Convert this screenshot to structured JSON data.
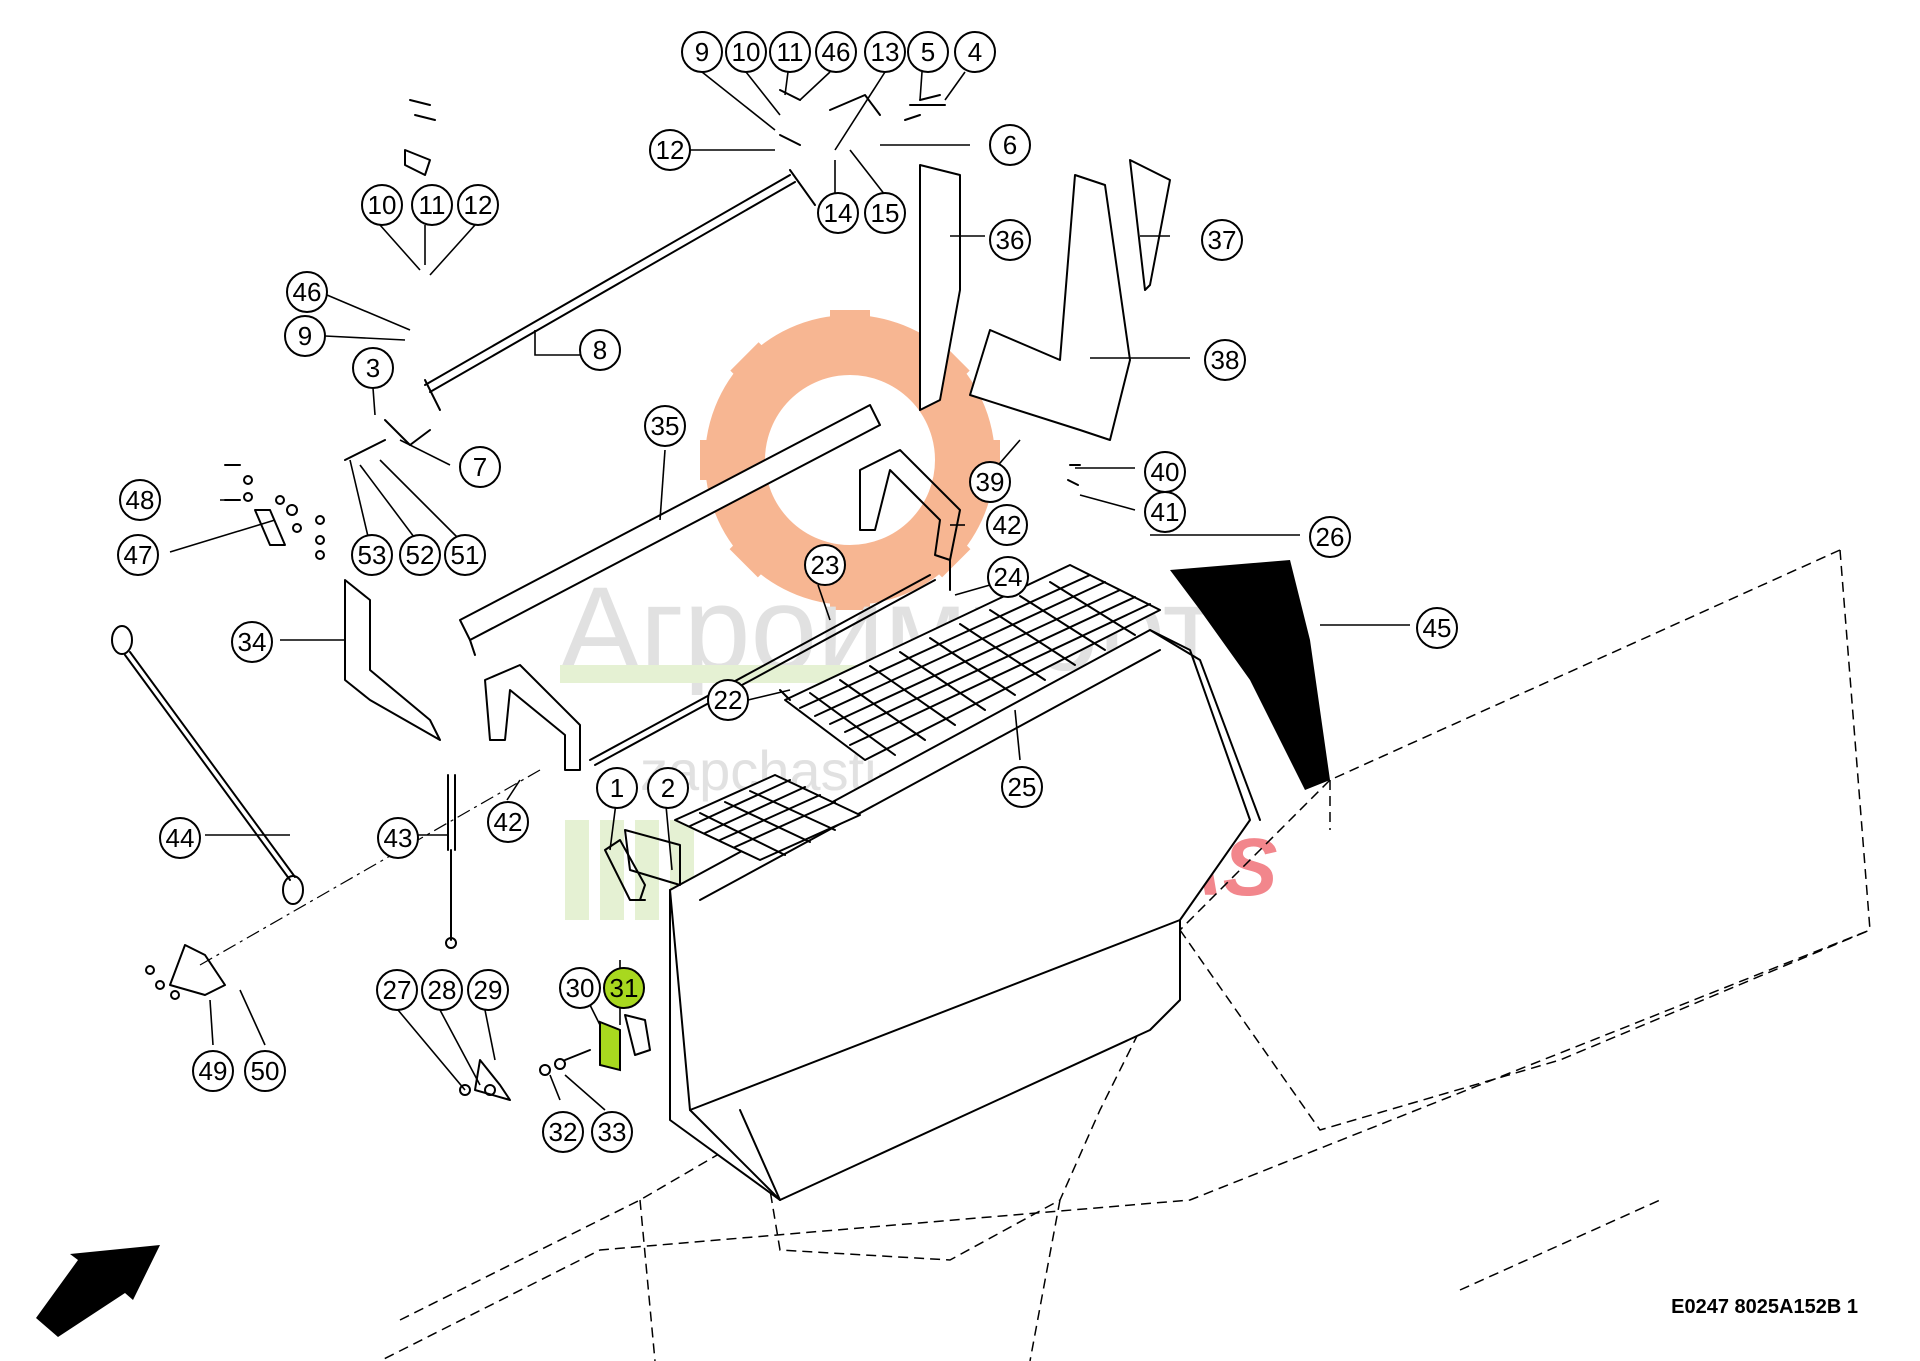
{
  "drawing_code": "E0247 8025A152B 1",
  "watermark": {
    "brand_text": "Агроимпорт",
    "site_text": "zapchasti-claas.ru",
    "logo_text": "CLAAS",
    "logo_color": "#e8232e",
    "gear_color": "#f07b3a"
  },
  "highlight_color": "#a8d81f",
  "selected_part": "31",
  "callouts": [
    {
      "id": "c9a",
      "label": "9"
    },
    {
      "id": "c10a",
      "label": "10"
    },
    {
      "id": "c11a",
      "label": "11"
    },
    {
      "id": "c46a",
      "label": "46"
    },
    {
      "id": "c13",
      "label": "13"
    },
    {
      "id": "c5",
      "label": "5"
    },
    {
      "id": "c4",
      "label": "4"
    },
    {
      "id": "c12a",
      "label": "12"
    },
    {
      "id": "c6",
      "label": "6"
    },
    {
      "id": "c14",
      "label": "14"
    },
    {
      "id": "c15",
      "label": "15"
    },
    {
      "id": "c10b",
      "label": "10"
    },
    {
      "id": "c11b",
      "label": "11"
    },
    {
      "id": "c12b",
      "label": "12"
    },
    {
      "id": "c36",
      "label": "36"
    },
    {
      "id": "c37",
      "label": "37"
    },
    {
      "id": "c46b",
      "label": "46"
    },
    {
      "id": "c9b",
      "label": "9"
    },
    {
      "id": "c8",
      "label": "8"
    },
    {
      "id": "c38",
      "label": "38"
    },
    {
      "id": "c3",
      "label": "3"
    },
    {
      "id": "c35",
      "label": "35"
    },
    {
      "id": "c7",
      "label": "7"
    },
    {
      "id": "c39",
      "label": "39"
    },
    {
      "id": "c40",
      "label": "40"
    },
    {
      "id": "c48",
      "label": "48"
    },
    {
      "id": "c41",
      "label": "41"
    },
    {
      "id": "c42a",
      "label": "42"
    },
    {
      "id": "c47",
      "label": "47"
    },
    {
      "id": "c53",
      "label": "53"
    },
    {
      "id": "c52",
      "label": "52"
    },
    {
      "id": "c51",
      "label": "51"
    },
    {
      "id": "c26",
      "label": "26"
    },
    {
      "id": "c23",
      "label": "23"
    },
    {
      "id": "c24",
      "label": "24"
    },
    {
      "id": "c45",
      "label": "45"
    },
    {
      "id": "c34",
      "label": "34"
    },
    {
      "id": "c22",
      "label": "22"
    },
    {
      "id": "c25",
      "label": "25"
    },
    {
      "id": "c1",
      "label": "1"
    },
    {
      "id": "c2",
      "label": "2"
    },
    {
      "id": "c42b",
      "label": "42"
    },
    {
      "id": "c44",
      "label": "44"
    },
    {
      "id": "c43",
      "label": "43"
    },
    {
      "id": "c30",
      "label": "30"
    },
    {
      "id": "c31",
      "label": "31"
    },
    {
      "id": "c27",
      "label": "27"
    },
    {
      "id": "c28",
      "label": "28"
    },
    {
      "id": "c29",
      "label": "29"
    },
    {
      "id": "c49",
      "label": "49"
    },
    {
      "id": "c50",
      "label": "50"
    },
    {
      "id": "c32",
      "label": "32"
    },
    {
      "id": "c33",
      "label": "33"
    }
  ]
}
